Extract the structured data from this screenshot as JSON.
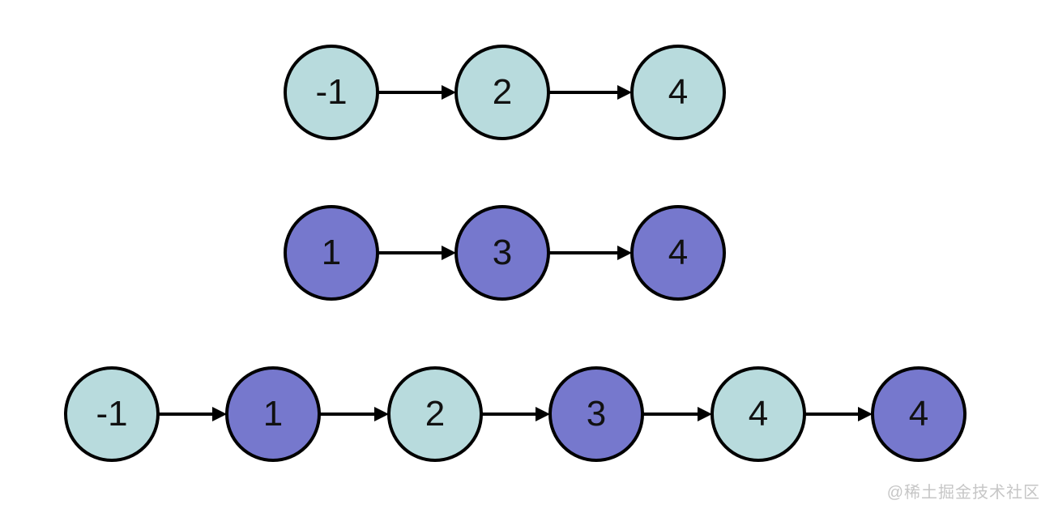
{
  "diagram": {
    "description": "Merging two sorted linked lists",
    "colors": {
      "list_a_node_fill": "#b8dbdd",
      "list_b_node_fill": "#7678cd",
      "node_border": "#000000",
      "arrow": "#000000",
      "node_text": "#111111",
      "background": "#ffffff"
    },
    "lists": [
      {
        "id": "list-a",
        "nodes": [
          {
            "value": "-1",
            "fill": "a"
          },
          {
            "value": "2",
            "fill": "a"
          },
          {
            "value": "4",
            "fill": "a"
          }
        ]
      },
      {
        "id": "list-b",
        "nodes": [
          {
            "value": "1",
            "fill": "b"
          },
          {
            "value": "3",
            "fill": "b"
          },
          {
            "value": "4",
            "fill": "b"
          }
        ]
      },
      {
        "id": "merged-list",
        "nodes": [
          {
            "value": "-1",
            "fill": "a"
          },
          {
            "value": "1",
            "fill": "b"
          },
          {
            "value": "2",
            "fill": "a"
          },
          {
            "value": "3",
            "fill": "b"
          },
          {
            "value": "4",
            "fill": "a"
          },
          {
            "value": "4",
            "fill": "b"
          }
        ]
      }
    ]
  },
  "watermark": {
    "text": "@稀土掘金技术社区",
    "color": "#c6c6c6"
  }
}
